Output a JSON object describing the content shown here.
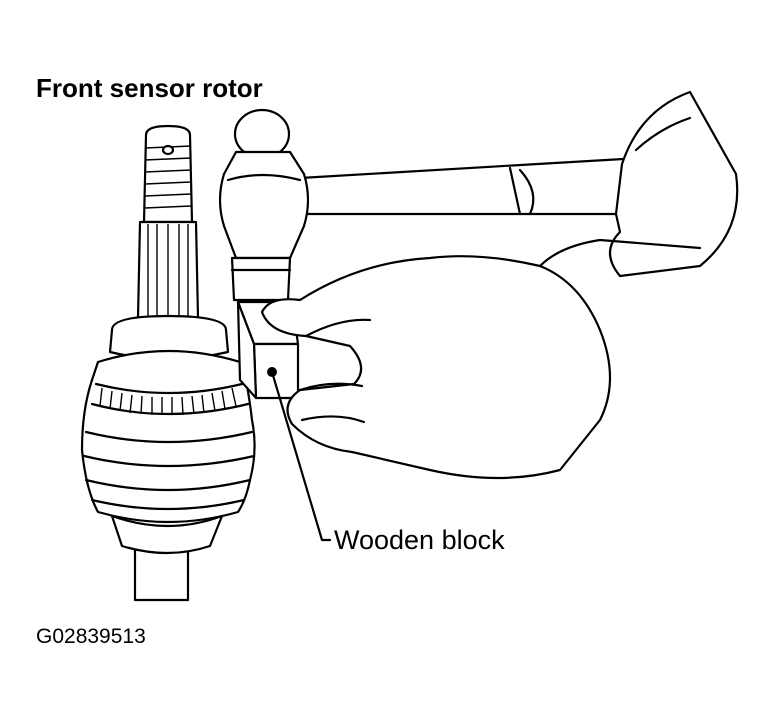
{
  "figure": {
    "title": "Front sensor rotor",
    "callout_label": "Wooden block",
    "figure_code": "G02839513"
  }
}
